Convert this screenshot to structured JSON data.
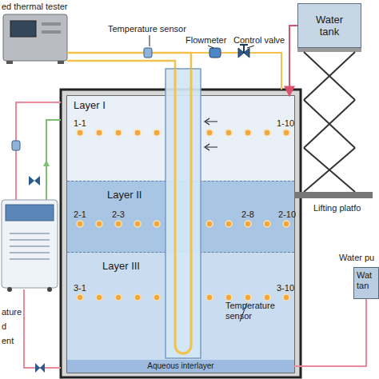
{
  "diagram": {
    "nodes": [
      {
        "text": [
          "Water tank"
        ]
      },
      {
        "text": [
          "Layer I"
        ]
      },
      {
        "text": [
          "Layer II"
        ]
      },
      {
        "text": [
          "Layer III"
        ]
      },
      {
        "text": [
          "Wat tan"
        ]
      },
      {
        "text": [
          "Aqueous interlayer"
        ]
      }
    ],
    "edges": [
      {
        "from": 0,
        "to": 1,
        "arrow": "to"
      },
      {
        "from": 4,
        "to": 5,
        "arrow": "none"
      }
    ],
    "labels": [
      "ed thermal tester",
      "Temperature sensor",
      "Flowmeter",
      "Control valve",
      "1-1",
      "1-10",
      "Lifting platfo",
      "2-1",
      "2-3",
      "2-8",
      "2-10",
      "Water pu",
      "ature",
      "d",
      "ent",
      "3-1",
      "3-10",
      "Temperature sensor"
    ]
  }
}
